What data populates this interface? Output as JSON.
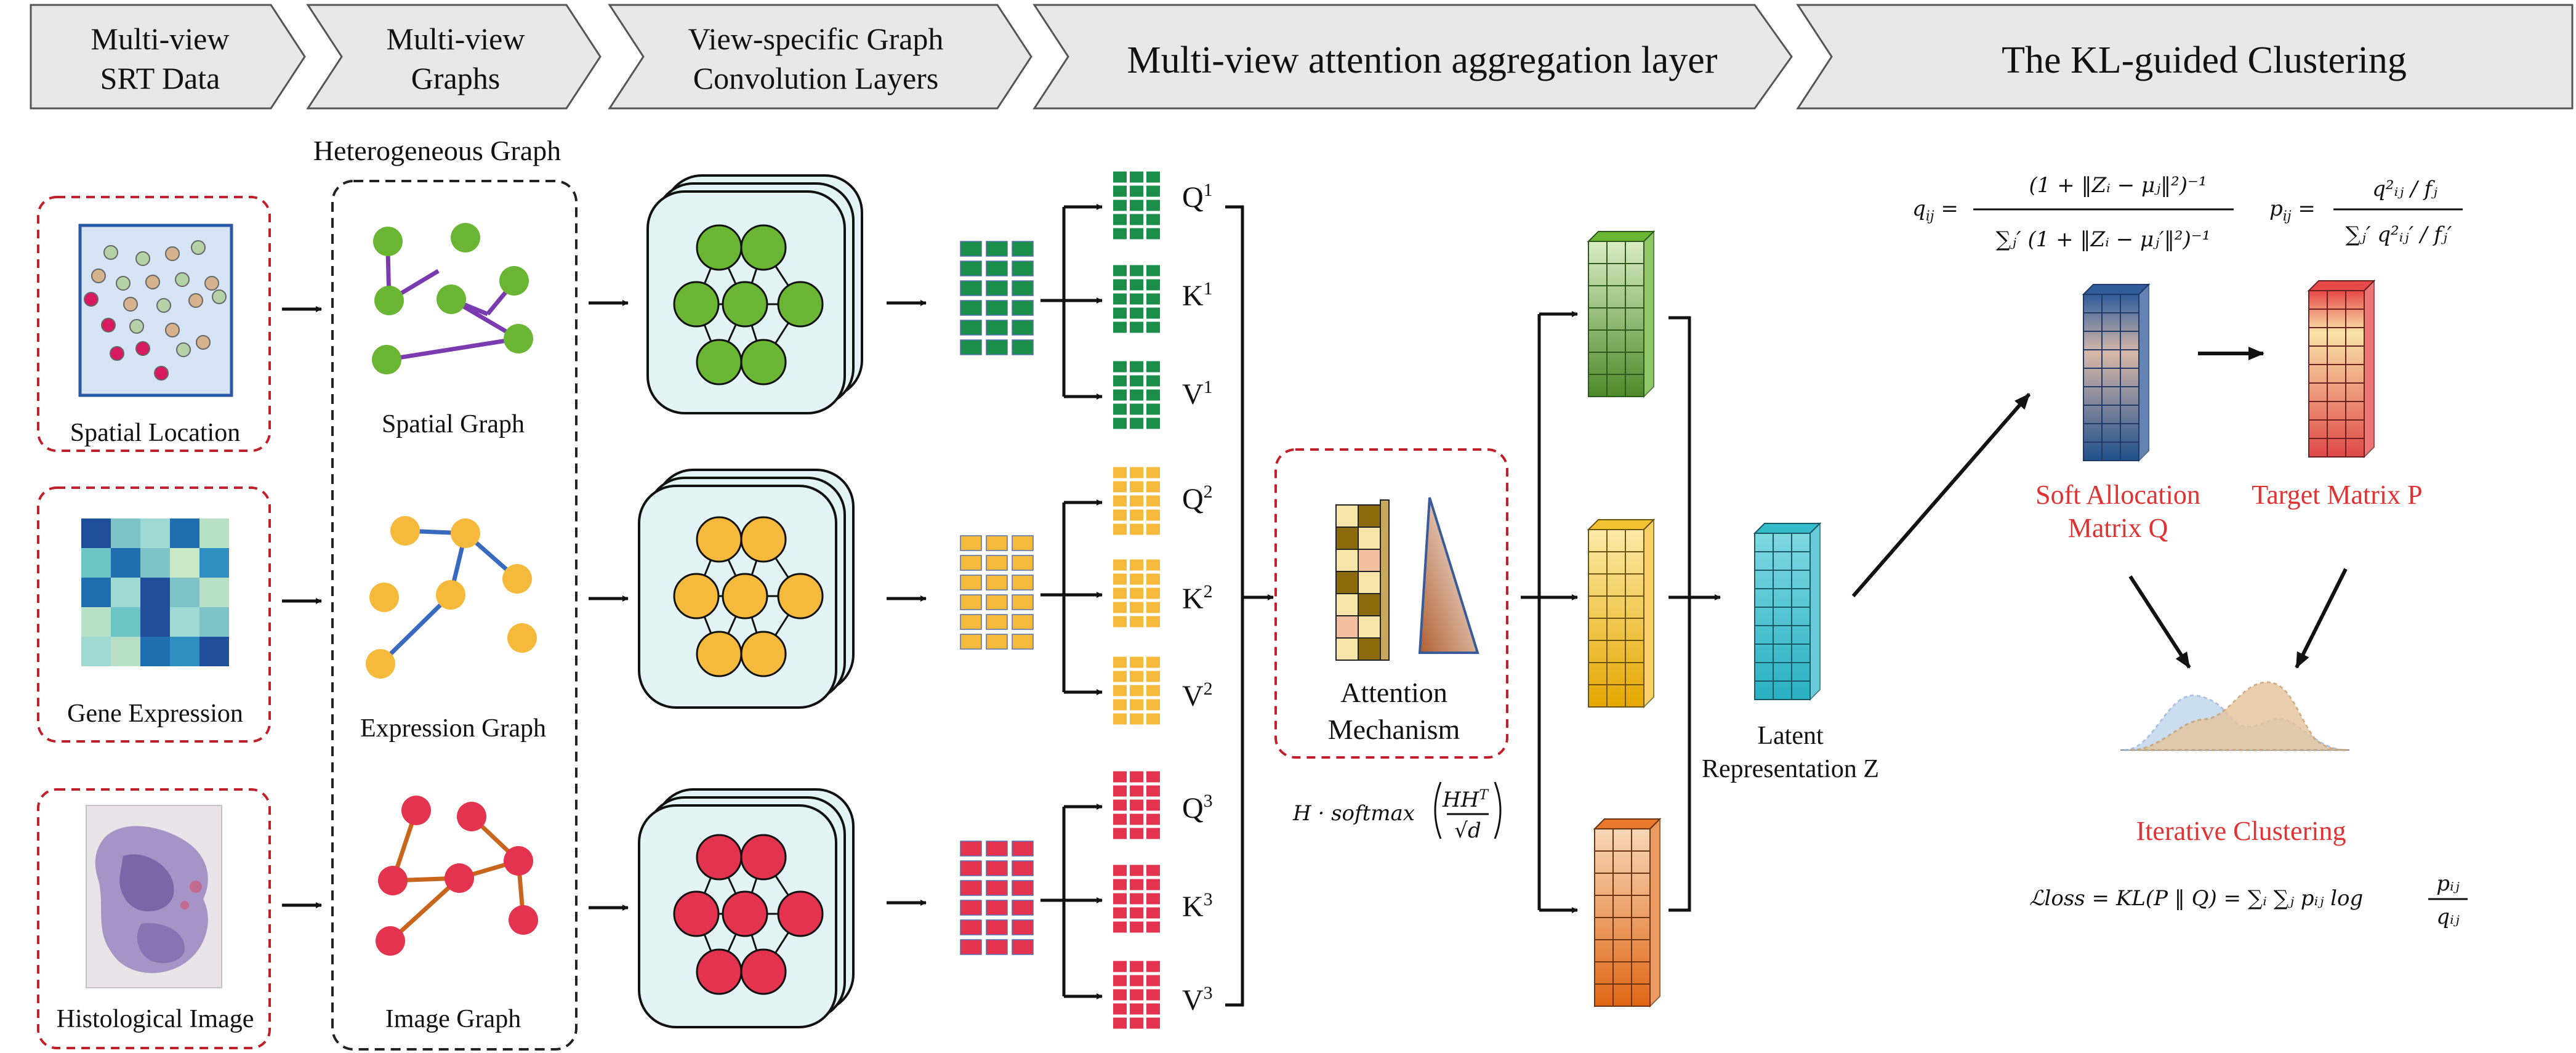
{
  "header": {
    "steps": [
      {
        "line1": "Multi-view",
        "line2": "SRT Data"
      },
      {
        "line1": "Multi-view",
        "line2": "Graphs"
      },
      {
        "line1": "View-specific Graph",
        "line2": "Convolution Layers"
      },
      {
        "line1": "Multi-view  attention aggregation layer",
        "line2": ""
      },
      {
        "line1": "The KL-guided Clustering",
        "line2": ""
      }
    ]
  },
  "inputs": {
    "spatial": "Spatial Location",
    "gene": "Gene Expression",
    "histo": "Histological Image"
  },
  "graphs": {
    "group_title": "Heterogeneous Graph",
    "spatial": "Spatial Graph",
    "expression": "Expression Graph",
    "image": "Image Graph"
  },
  "qkv": {
    "q1": "Q",
    "k1": "K",
    "v1": "V",
    "s1": "1",
    "q2": "Q",
    "k2": "K",
    "v2": "V",
    "s2": "2",
    "q3": "Q",
    "k3": "K",
    "v3": "V",
    "s3": "3"
  },
  "attention": {
    "line1": "Attention",
    "line2": "Mechanism",
    "formula_prefix": "H · softmax",
    "formula_num": "HH",
    "formula_sup": "T",
    "formula_den": "√d"
  },
  "latent": {
    "line1": "Latent",
    "line2": "Representation Z"
  },
  "clustering": {
    "soft_line1": "Soft Allocation",
    "soft_line2": "Matrix Q",
    "target": "Target Matrix P",
    "iterative": "Iterative Clustering",
    "q_formula_lhs": "q",
    "q_formula_num": "(1 + ‖Zᵢ − μⱼ‖²)⁻¹",
    "q_formula_den": "∑ⱼ′ (1 + ‖Zᵢ − μⱼ′‖²)⁻¹",
    "p_formula_lhs": "p",
    "p_formula_num": "q²ᵢⱼ / fⱼ",
    "p_formula_den": "∑ⱼ′ q²ᵢⱼ′ / fⱼ′",
    "loss_formula": "ℒloss = KL(P ‖ Q) = ∑ᵢ ∑ⱼ pᵢⱼ log",
    "loss_num": "pᵢⱼ",
    "loss_den": "qᵢⱼ"
  },
  "colors": {
    "green": "#6ab534",
    "green_dark": "#1b8e4a",
    "yellow": "#f5b93b",
    "red": "#e3334f",
    "red_text": "#e03232",
    "cyan": "#35bccb",
    "banner_fill": "#e8e8e8",
    "panel_fill": "#e3f4f6"
  }
}
